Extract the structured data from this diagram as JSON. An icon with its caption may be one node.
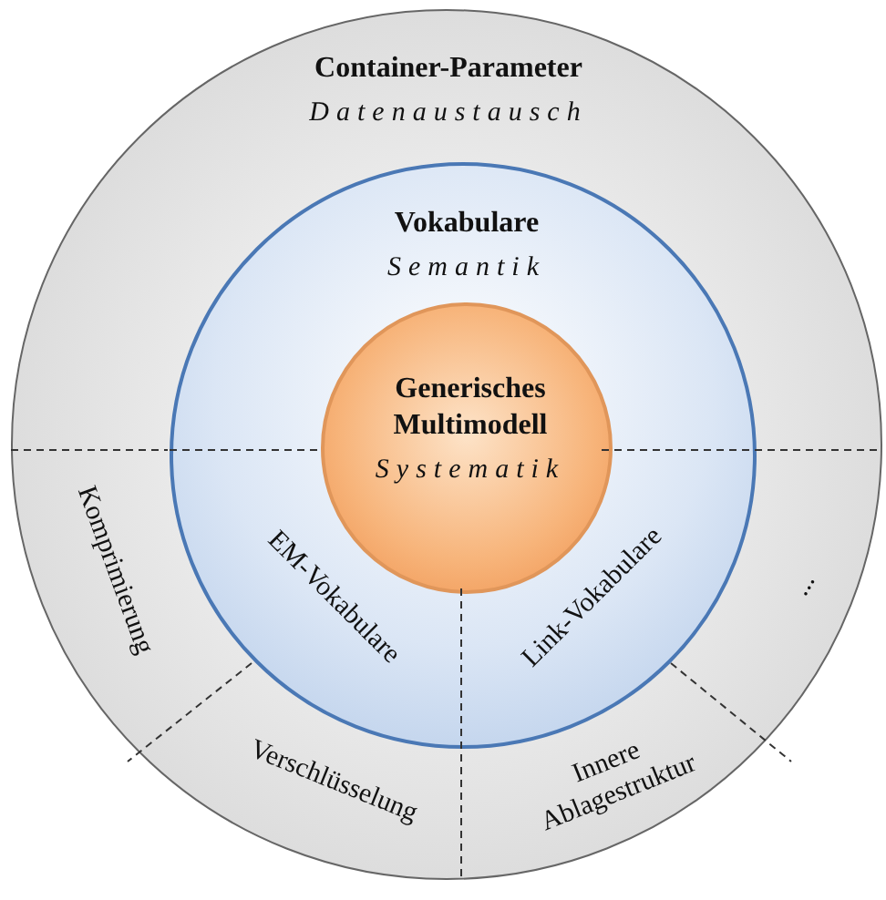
{
  "diagram": {
    "nodes": [
      {
        "text": [
          "Container-Parameter",
          "Datenaustausch"
        ]
      },
      {
        "text": [
          "Vokabulare",
          "Semantik"
        ],
        "in": 0
      },
      {
        "text": [
          "Generisches Multimodell",
          "Systematik"
        ],
        "in": 1
      },
      {
        "text": [
          "EM-Vokabulare"
        ],
        "in": 1
      },
      {
        "text": [
          "Link-Vokabulare"
        ],
        "in": 1
      },
      {
        "text": [
          "Komprimierung"
        ],
        "in": 0
      },
      {
        "text": [
          "Verschlüsselung"
        ],
        "in": 0
      },
      {
        "text": [
          "Innere Ablagestruktur"
        ],
        "in": 0
      },
      {
        "text": [
          "..."
        ],
        "in": 0
      }
    ]
  }
}
